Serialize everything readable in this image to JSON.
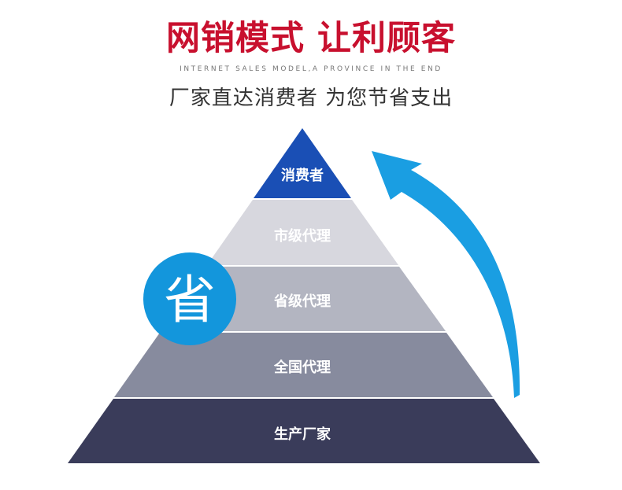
{
  "header": {
    "title": "网销模式 让利顾客",
    "subtitle_en": "INTERNET SALES MODEL,A PROVINCE IN THE END",
    "subtitle_cn": "厂家直达消费者  为您节省支出"
  },
  "pyramid": {
    "tiers": [
      {
        "label": "消费者",
        "fill": "#1a4fb5",
        "text_color": "#ffffff"
      },
      {
        "label": "市级代理",
        "fill": "#d7d7de",
        "text_color": "#ffffff"
      },
      {
        "label": "省级代理",
        "fill": "#b3b5c1",
        "text_color": "#ffffff"
      },
      {
        "label": "全国代理",
        "fill": "#878b9e",
        "text_color": "#ffffff"
      },
      {
        "label": "生产厂家",
        "fill": "#3a3c5a",
        "text_color": "#ffffff"
      }
    ]
  },
  "badge": {
    "label": "省",
    "fill": "#1396dc",
    "text_color": "#ffffff"
  },
  "arrow": {
    "fill": "#1a9ee2",
    "icon": "curved-up-arrow-icon"
  }
}
